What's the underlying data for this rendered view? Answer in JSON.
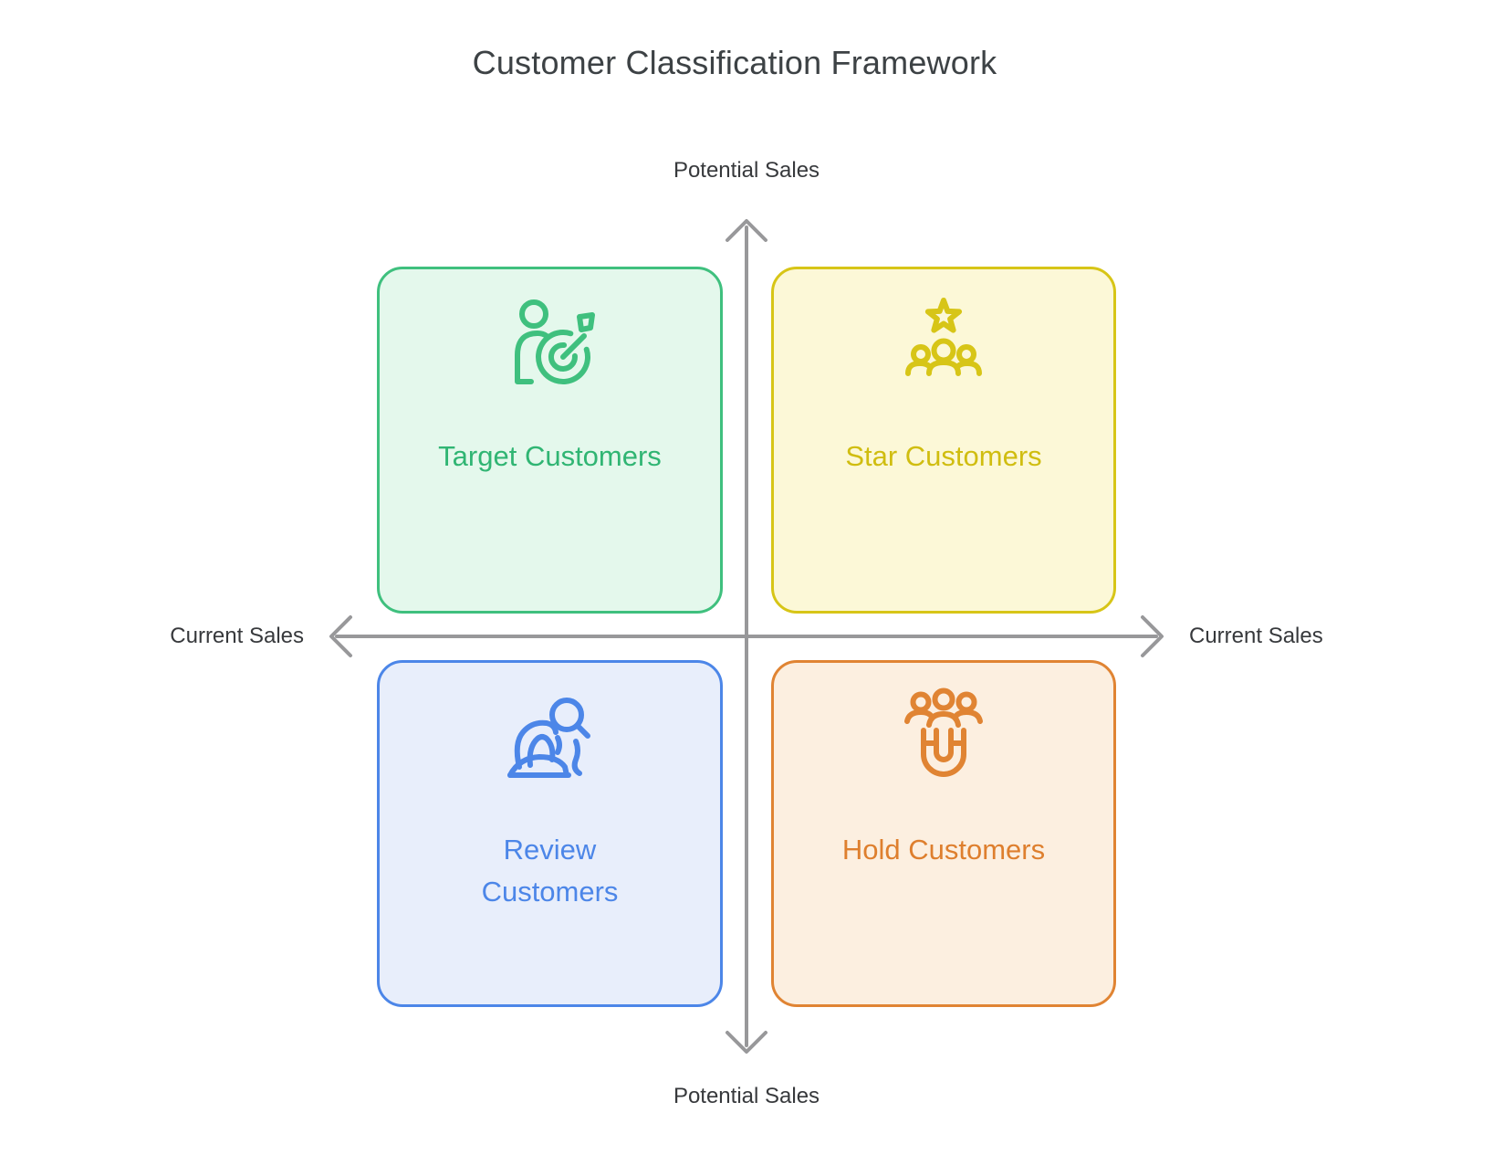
{
  "title": "Customer Classification Framework",
  "title_color": "#3d4245",
  "axes": {
    "vertical_top_label": "Potential Sales",
    "vertical_bottom_label": "Potential Sales",
    "horizontal_left_label": "Current Sales",
    "horizontal_right_label": "Current Sales",
    "axis_color": "#98989a",
    "label_color": "#37393c"
  },
  "quadrants": [
    {
      "position": "top-left",
      "label": "Target Customers",
      "icon": "person-target-icon",
      "border_color": "#3fc07e",
      "fill_color": "#e4f8ec",
      "text_color": "#30b573"
    },
    {
      "position": "top-right",
      "label": "Star Customers",
      "icon": "star-team-icon",
      "border_color": "#d7c517",
      "fill_color": "#fcf8d7",
      "text_color": "#d0bd10"
    },
    {
      "position": "bottom-left",
      "label": "Review\nCustomers",
      "icon": "person-magnifier-icon",
      "border_color": "#4c86e8",
      "fill_color": "#e8eefb",
      "text_color": "#4c86e8"
    },
    {
      "position": "bottom-right",
      "label": "Hold Customers",
      "icon": "team-magnet-icon",
      "border_color": "#e08433",
      "fill_color": "#fcefe0",
      "text_color": "#de7f2e"
    }
  ]
}
